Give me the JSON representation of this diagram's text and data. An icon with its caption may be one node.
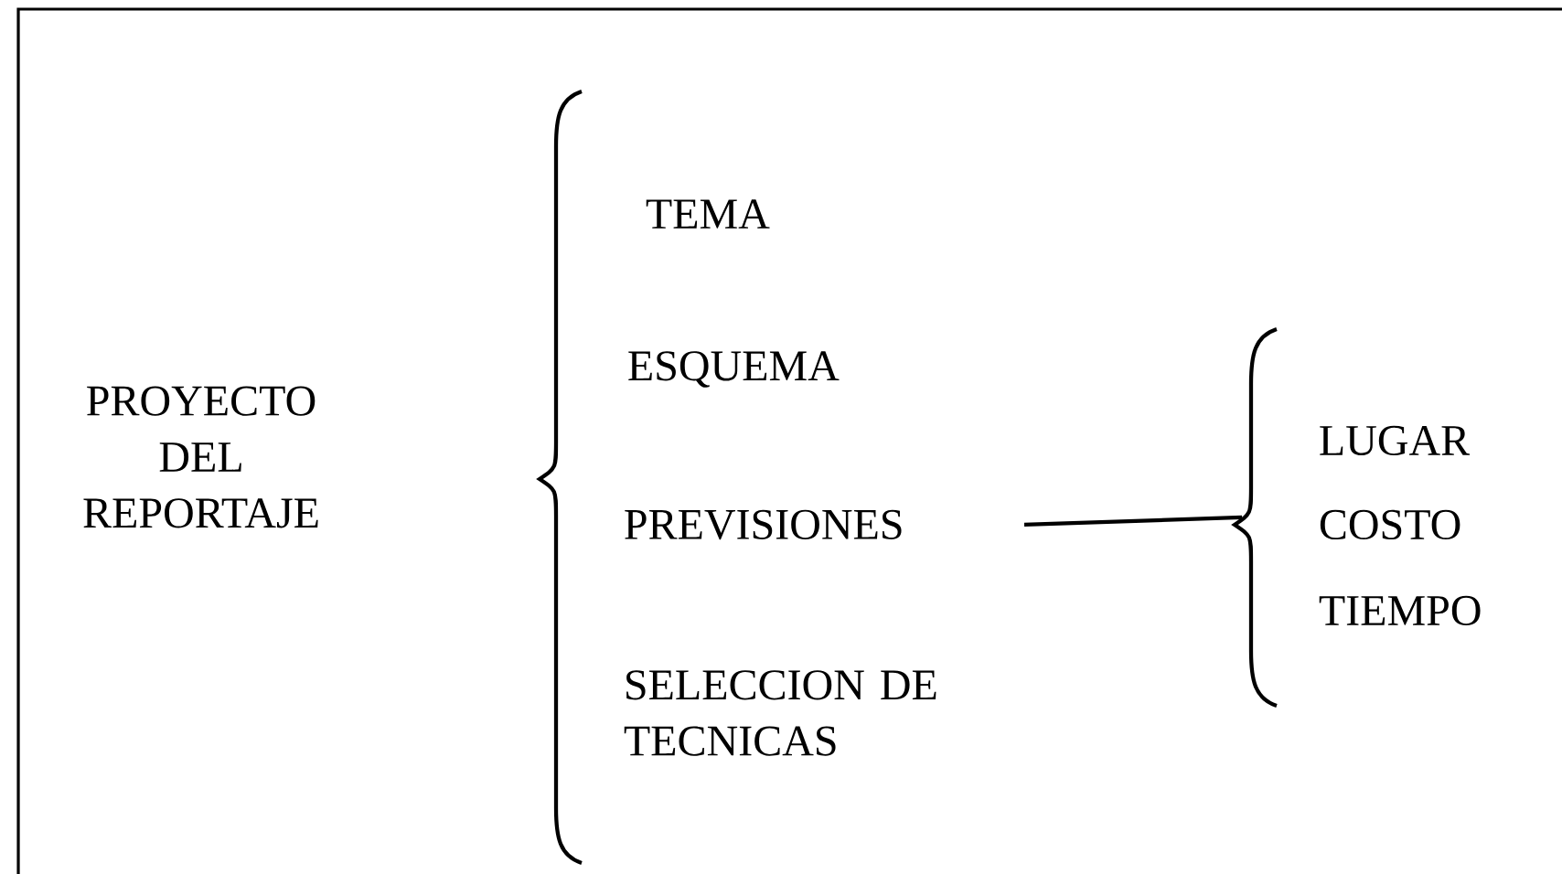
{
  "diagram": {
    "nodes": [
      {
        "text": [
          "PROYECTO DEL REPORTAJE"
        ]
      },
      {
        "text": [
          "TEMA"
        ]
      },
      {
        "text": [
          "ESQUEMA"
        ]
      },
      {
        "text": [
          "PREVISIONES"
        ]
      },
      {
        "text": [
          "SELECCION DE TECNICAS"
        ]
      },
      {
        "text": [],
        "shape": "brace"
      },
      {
        "text": [
          "LUGAR"
        ]
      },
      {
        "text": [
          "COSTO"
        ]
      },
      {
        "text": [
          "TIEMPO"
        ]
      }
    ],
    "edges": [
      {
        "from": 3,
        "to": 5,
        "arrow": "none"
      }
    ]
  }
}
